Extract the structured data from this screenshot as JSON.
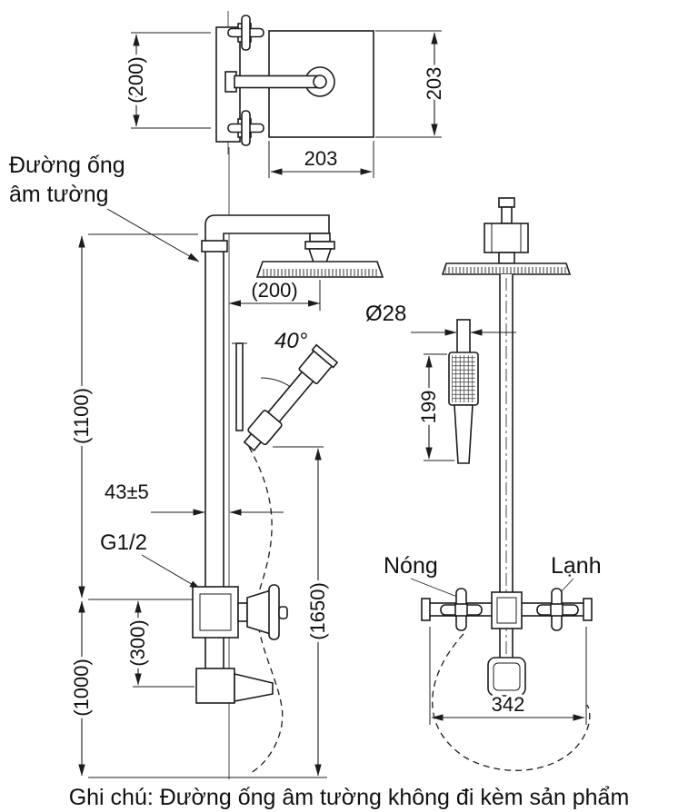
{
  "note": "Ghi chú: Đường ống âm tường không đi kèm sản phẩm",
  "callouts": {
    "concealed_pipe_line1": "Đường ống",
    "concealed_pipe_line2": "âm tường",
    "hot": "Nóng",
    "cold": "Lạnh",
    "thread_size": "G1/2",
    "spray_angle": "40°",
    "diameter": "Ø28"
  },
  "dimensions": {
    "top_view": {
      "valve_height": "(200)",
      "plate_height": "203",
      "plate_width": "203"
    },
    "front_view": {
      "arm_reach": "(200)",
      "upper_run": "(1100)",
      "lower_run": "(1000)",
      "column_height": "(1650)",
      "spout_drop": "(300)",
      "wall_offset": "43±5"
    },
    "side_view": {
      "handshower_length": "199",
      "valve_width": "342"
    }
  },
  "colors": {
    "line": "#1c1c1c",
    "background": "#ffffff"
  }
}
